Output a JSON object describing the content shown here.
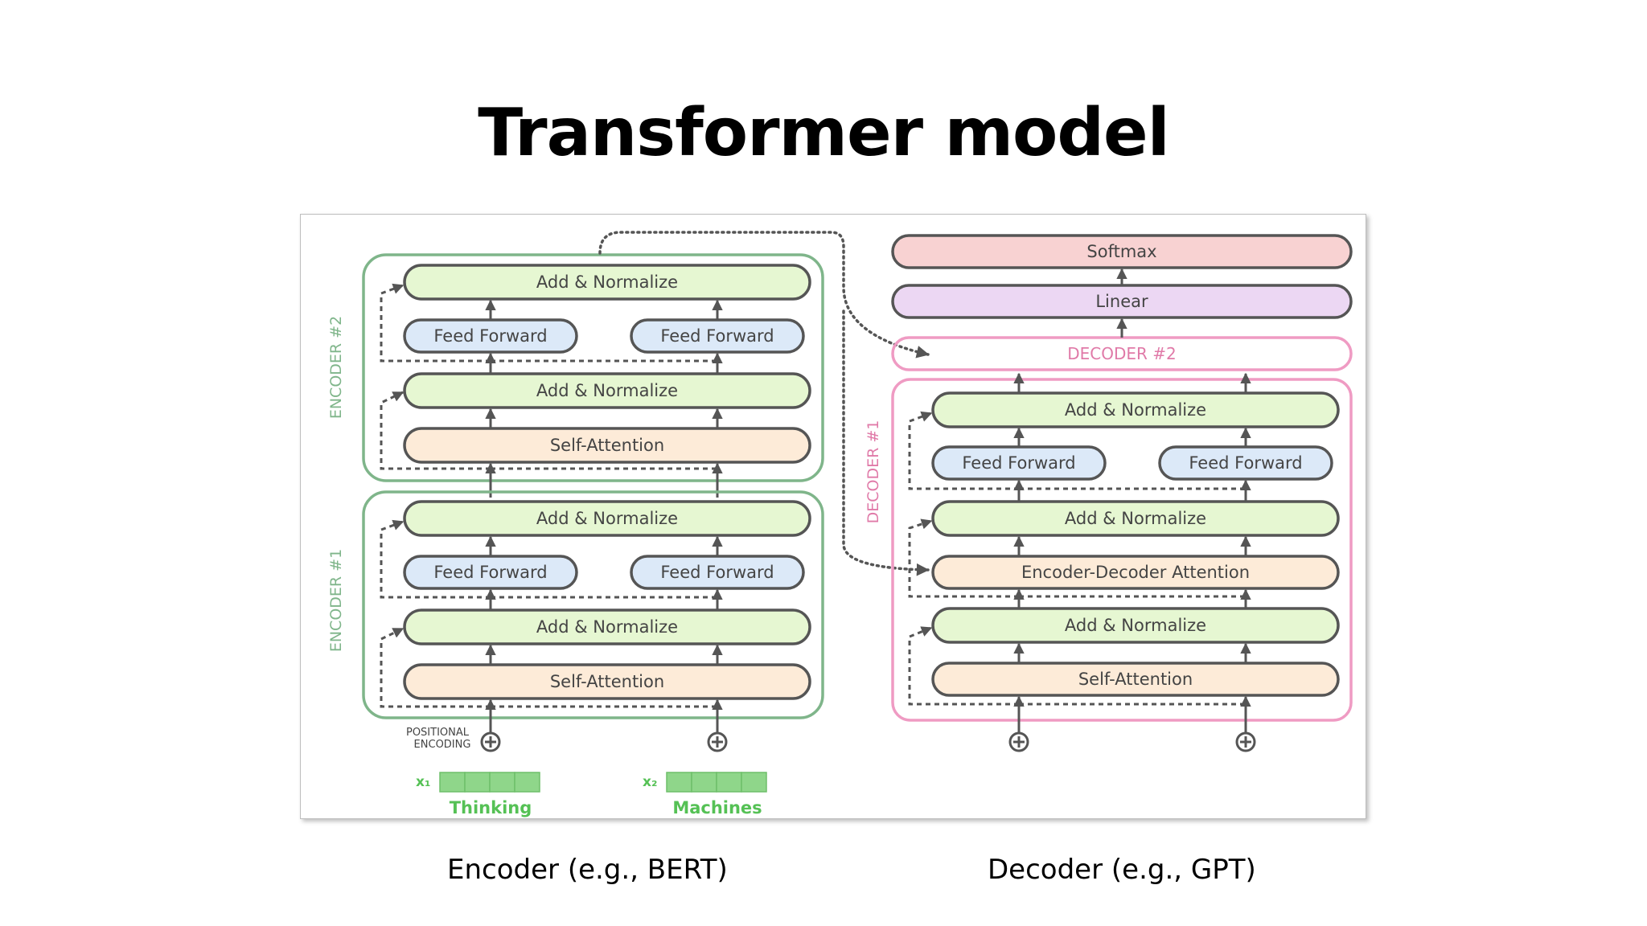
{
  "title": "Transformer model",
  "captions": {
    "encoder": "Encoder (e.g., BERT)",
    "decoder": "Decoder (e.g., GPT)"
  },
  "colors": {
    "encoder_group": "#7fb58a",
    "decoder_group": "#ef9bc3",
    "add_norm": "#e6f7d2",
    "feed_forward": "#dce9f8",
    "attention": "#fdebd8",
    "softmax": "#f8d2d2",
    "linear": "#ecd7f3",
    "token_green": "#8fd68a",
    "word_green": "#55c155"
  },
  "diagram": {
    "encoder2_label": "ENCODER #2",
    "encoder1_label": "ENCODER #1",
    "decoder2_label": "DECODER #2",
    "decoder1_label": "DECODER #1",
    "softmax": "Softmax",
    "linear": "Linear",
    "add_normalize": "Add & Normalize",
    "feed_forward": "Feed Forward",
    "self_attention": "Self-Attention",
    "enc_dec_attention": "Encoder-Decoder Attention",
    "positional_line1": "POSITIONAL",
    "positional_line2": "ENCODING",
    "x1_label": "x₁",
    "x2_label": "x₂",
    "word1": "Thinking",
    "word2": "Machines"
  }
}
